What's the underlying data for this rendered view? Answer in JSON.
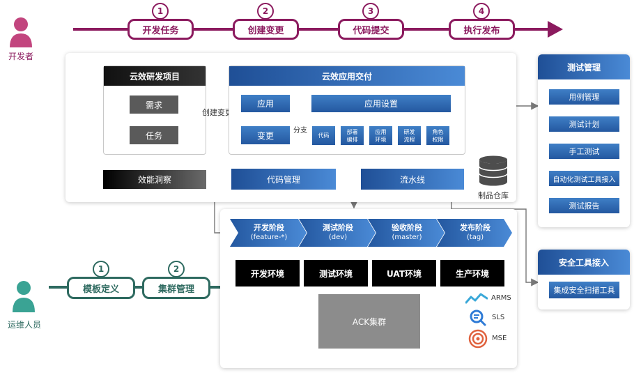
{
  "roles": {
    "developer": "开发者",
    "ops": "运维人员"
  },
  "dev_steps": [
    {
      "num": "1",
      "label": "开发任务"
    },
    {
      "num": "2",
      "label": "创建变更"
    },
    {
      "num": "3",
      "label": "代码提交"
    },
    {
      "num": "4",
      "label": "执行发布"
    }
  ],
  "ops_steps": [
    {
      "num": "1",
      "label": "模板定义"
    },
    {
      "num": "2",
      "label": "集群管理"
    }
  ],
  "project_panel": {
    "title": "云效研发项目",
    "items": [
      "需求",
      "任务"
    ],
    "insight": "效能洞察"
  },
  "delivery_panel": {
    "title": "云效应用交付",
    "app": "应用",
    "app_settings": "应用设置",
    "change": "变更",
    "settings_items": [
      "代码",
      "部署\n编排",
      "应用\n环境",
      "研发\n流程",
      "角色\n权限"
    ],
    "code_mgmt": "代码管理",
    "pipeline": "流水线",
    "create_change_label": "创建变更",
    "branch_label": "分支",
    "artifact_repo": "制品仓库"
  },
  "stages": [
    {
      "name": "开发阶段",
      "branch": "(feature-*)",
      "env": "开发环境"
    },
    {
      "name": "测试阶段",
      "branch": "(dev)",
      "env": "测试环境"
    },
    {
      "name": "验收阶段",
      "branch": "(master)",
      "env": "UAT环境"
    },
    {
      "name": "发布阶段",
      "branch": "(tag)",
      "env": "生产环境"
    }
  ],
  "cluster": "ACK集群",
  "monitoring": [
    "ARMS",
    "SLS",
    "MSE"
  ],
  "test_panel": {
    "title": "测试管理",
    "items": [
      "用例管理",
      "测试计划",
      "手工测试",
      "自动化测试工具接入",
      "测试报告"
    ]
  },
  "security_panel": {
    "title": "安全工具接入",
    "item": "集成安全扫描工具"
  },
  "colors": {
    "magenta": "#8b1a5e",
    "teal": "#2e6a60",
    "blue": "#2458a0",
    "pink_person": "#c2457e",
    "teal_person": "#3aa394"
  }
}
